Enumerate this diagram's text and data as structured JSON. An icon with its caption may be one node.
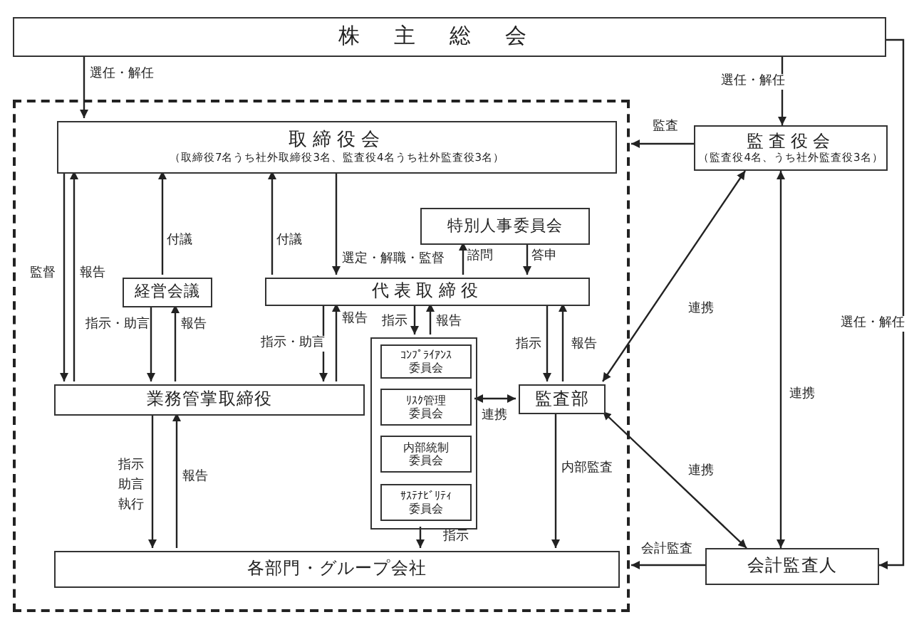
{
  "diagram": {
    "nodes": [
      {
        "text": [
          "株主総会"
        ]
      },
      {
        "text": [],
        "shape": "box"
      },
      {
        "text": [
          "取締役会",
          "（取締役7名うち社外取締役3名、監査役4名うち社外監査役3名）"
        ],
        "in": 1
      },
      {
        "text": [
          "監査役会",
          "（監査役4名、うち社外監査役3名）"
        ]
      },
      {
        "text": [
          "特別人事委員会"
        ],
        "in": 1
      },
      {
        "text": [
          "経営会議"
        ],
        "in": 1
      },
      {
        "text": [
          "代表取締役"
        ],
        "in": 1
      },
      {
        "text": [
          "業務管掌取締役"
        ],
        "in": 1
      },
      {
        "text": [],
        "shape": "box",
        "in": 1
      },
      {
        "text": [
          "ｺﾝﾌﾟﾗｲｱﾝｽ委員会"
        ],
        "in": 8
      },
      {
        "text": [
          "ﾘｽｸ管理委員会"
        ],
        "in": 8
      },
      {
        "text": [
          "内部統制委員会"
        ],
        "in": 8
      },
      {
        "text": [
          "ｻｽﾃﾅﾋﾞﾘﾃｨ委員会"
        ],
        "in": 8
      },
      {
        "text": [
          "監査部"
        ],
        "in": 1
      },
      {
        "text": [
          "各部門・グループ会社"
        ],
        "in": 1
      },
      {
        "text": [
          "会計監査人"
        ]
      }
    ],
    "edges": [
      {
        "from": 0,
        "to": 2,
        "arrow": "to",
        "label": "選任・解任"
      },
      {
        "from": 0,
        "to": 3,
        "arrow": "to",
        "label": "選任・解任"
      },
      {
        "from": 0,
        "to": 15,
        "arrow": "to",
        "label": "選任・解任"
      },
      {
        "from": 3,
        "to": 1,
        "arrow": "to",
        "label": "監査"
      },
      {
        "from": 15,
        "to": 1,
        "arrow": "to",
        "label": "会計監査"
      },
      {
        "from": 2,
        "to": 7,
        "arrow": "to",
        "label": "監督"
      },
      {
        "from": 7,
        "to": 2,
        "arrow": "to",
        "label": "報告"
      },
      {
        "from": 5,
        "to": 2,
        "arrow": "to",
        "label": "付議"
      },
      {
        "from": 6,
        "to": 2,
        "arrow": "to",
        "label": "付議"
      },
      {
        "from": 2,
        "to": 6,
        "arrow": "to",
        "label": "選定・解職・監督"
      },
      {
        "from": 6,
        "to": 4,
        "arrow": "to",
        "label": "諮問"
      },
      {
        "from": 4,
        "to": 6,
        "arrow": "to",
        "label": "答申"
      },
      {
        "from": 5,
        "to": 7,
        "arrow": "to",
        "label": "指示・助言"
      },
      {
        "from": 7,
        "to": 5,
        "arrow": "to",
        "label": "報告"
      },
      {
        "from": 6,
        "to": 7,
        "arrow": "to",
        "label": "指示・助言"
      },
      {
        "from": 7,
        "to": 6,
        "arrow": "to",
        "label": "報告"
      },
      {
        "from": 6,
        "to": 8,
        "arrow": "to",
        "label": "指示"
      },
      {
        "from": 8,
        "to": 6,
        "arrow": "to",
        "label": "報告"
      },
      {
        "from": 6,
        "to": 13,
        "arrow": "to",
        "label": "指示"
      },
      {
        "from": 13,
        "to": 6,
        "arrow": "to",
        "label": "報告"
      },
      {
        "from": 8,
        "to": 13,
        "arrow": "both",
        "label": "連携"
      },
      {
        "from": 8,
        "to": 14,
        "arrow": "to",
        "label": "指示"
      },
      {
        "from": 7,
        "to": 14,
        "arrow": "to",
        "label": "指示助言執行"
      },
      {
        "from": 14,
        "to": 7,
        "arrow": "to",
        "label": "報告"
      },
      {
        "from": 13,
        "to": 14,
        "arrow": "to",
        "label": "内部監査"
      },
      {
        "from": 13,
        "to": 3,
        "arrow": "both",
        "label": "連携"
      },
      {
        "from": 13,
        "to": 15,
        "arrow": "both",
        "label": "連携"
      },
      {
        "from": 3,
        "to": 15,
        "arrow": "both",
        "label": "連携"
      }
    ]
  }
}
